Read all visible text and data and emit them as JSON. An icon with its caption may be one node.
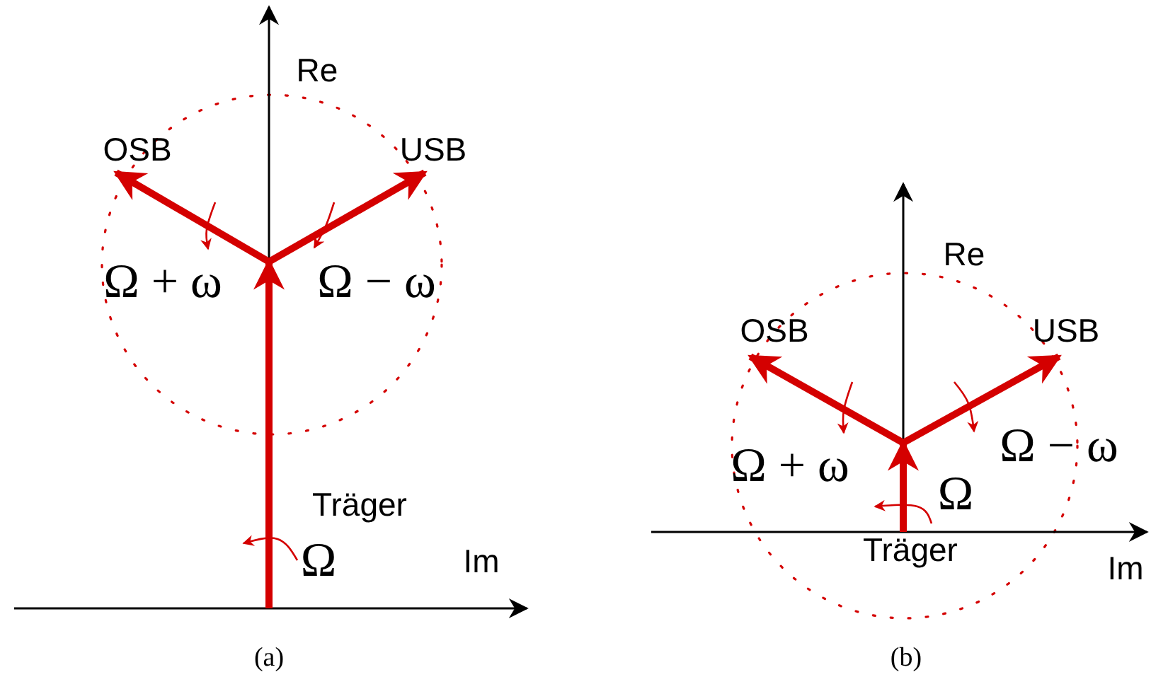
{
  "diagram": {
    "labels": [
      "Re",
      "OSB",
      "USB",
      "Ω + ω",
      "Ω − ω",
      "Träger",
      "Ω",
      "Im",
      "(a)",
      "Re",
      "OSB",
      "USB",
      "Ω + ω",
      "Ω − ω",
      "Ω",
      "Träger",
      "Im",
      "(b)"
    ]
  }
}
